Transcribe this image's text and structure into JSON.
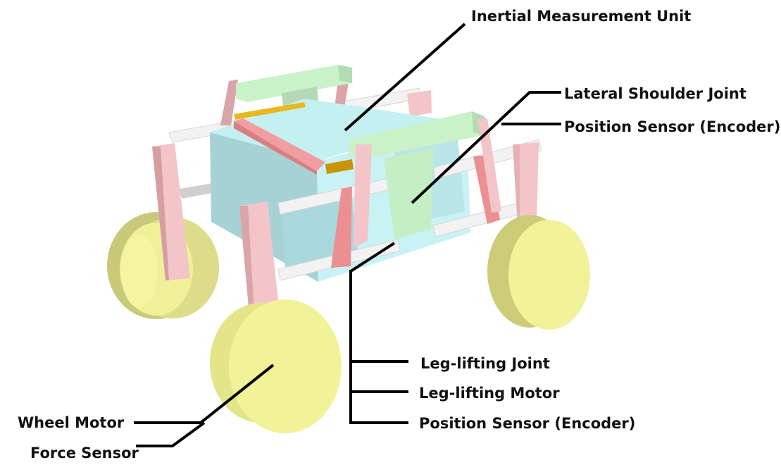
{
  "labels": {
    "imu": "Inertial Measurement Unit",
    "lateral_shoulder_joint": "Lateral Shoulder Joint",
    "shoulder_position_sensor": "Position Sensor (Encoder)",
    "leg_lifting_joint": "Leg-lifting Joint",
    "leg_lifting_motor": "Leg-lifting Motor",
    "leg_position_sensor": "Position Sensor (Encoder)",
    "wheel_motor": "Wheel Motor",
    "force_sensor": "Force Sensor"
  },
  "colors": {
    "body_cyan": "#c8f2f4",
    "body_cyan_side": "#a6d2d6",
    "mount_green": "#c9f2c9",
    "leg_pink": "#f3c5c8",
    "joint_red": "#ec8f92",
    "wheel_yellow": "#f2f299",
    "rail_white": "#f1f1f1",
    "rod_gold": "#e8b820",
    "leader_line": "#000000"
  }
}
